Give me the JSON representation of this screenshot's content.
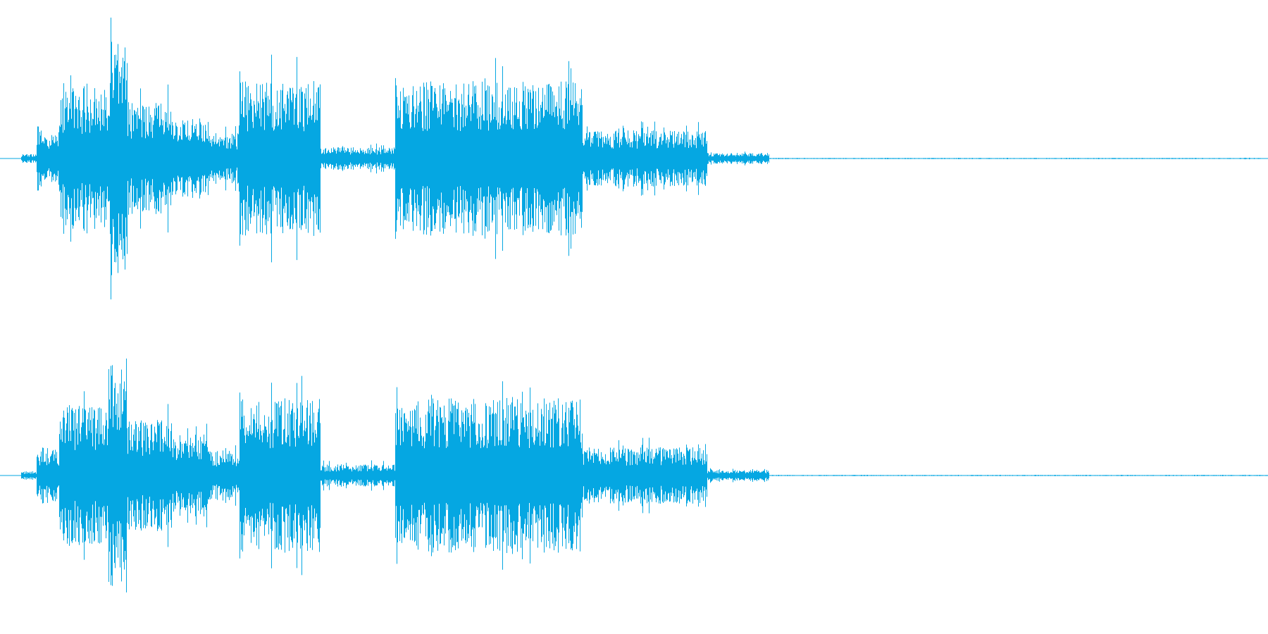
{
  "waveform": {
    "color": "#05a7e2",
    "background": "#ffffff",
    "channels": [
      {
        "name": "channel-1"
      },
      {
        "name": "channel-2"
      }
    ],
    "segments": [
      {
        "t0": 0.0,
        "t1": 0.012,
        "amp": 0.03
      },
      {
        "t0": 0.012,
        "t1": 0.03,
        "amp": 0.2
      },
      {
        "t0": 0.03,
        "t1": 0.07,
        "amp": 0.5
      },
      {
        "t0": 0.07,
        "t1": 0.085,
        "amp": 0.85
      },
      {
        "t0": 0.085,
        "t1": 0.12,
        "amp": 0.4
      },
      {
        "t0": 0.12,
        "t1": 0.15,
        "amp": 0.3
      },
      {
        "t0": 0.15,
        "t1": 0.175,
        "amp": 0.18
      },
      {
        "t0": 0.175,
        "t1": 0.24,
        "amp": 0.55
      },
      {
        "t0": 0.24,
        "t1": 0.3,
        "amp": 0.08
      },
      {
        "t0": 0.3,
        "t1": 0.45,
        "amp": 0.55
      },
      {
        "t0": 0.45,
        "t1": 0.55,
        "amp": 0.2
      },
      {
        "t0": 0.55,
        "t1": 0.6,
        "amp": 0.04
      },
      {
        "t0": 0.6,
        "t1": 1.0,
        "amp": 0.004
      }
    ]
  }
}
